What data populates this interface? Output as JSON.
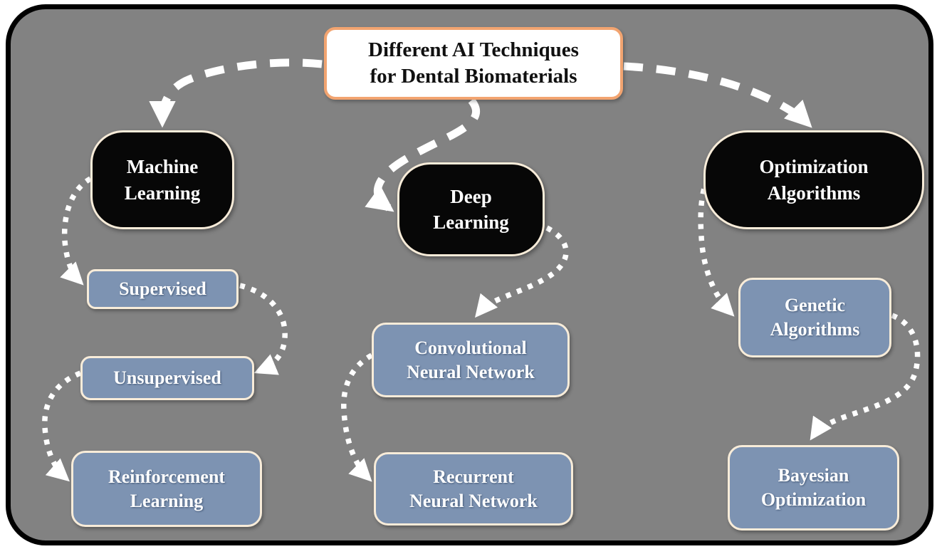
{
  "title": {
    "label": "Different AI Techniques\nfor Dental Biomaterials"
  },
  "branches": [
    {
      "id": "machine-learning",
      "label": "Machine\nLearning",
      "children": [
        {
          "label": "Supervised"
        },
        {
          "label": "Unsupervised"
        },
        {
          "label": "Reinforcement\nLearning"
        }
      ]
    },
    {
      "id": "deep-learning",
      "label": "Deep\nLearning",
      "children": [
        {
          "label": "Convolutional\nNeural Network"
        },
        {
          "label": "Recurrent\nNeural Network"
        }
      ]
    },
    {
      "id": "optimization-algorithms",
      "label": "Optimization\nAlgorithms",
      "children": [
        {
          "label": "Genetic\nAlgorithms"
        },
        {
          "label": "Bayesian\nOptimization"
        }
      ]
    }
  ],
  "colors": {
    "panel_background": "#828282",
    "panel_border": "#000000",
    "title_fill": "#ffffff",
    "title_border": "#f2a470",
    "category_fill": "#070707",
    "category_border": "#f8ecd9",
    "subtype_fill": "#7d93b2",
    "subtype_border": "#f8ecd9",
    "arrow": "#ffffff",
    "title_text": "#101010",
    "node_text": "#ffffff"
  }
}
